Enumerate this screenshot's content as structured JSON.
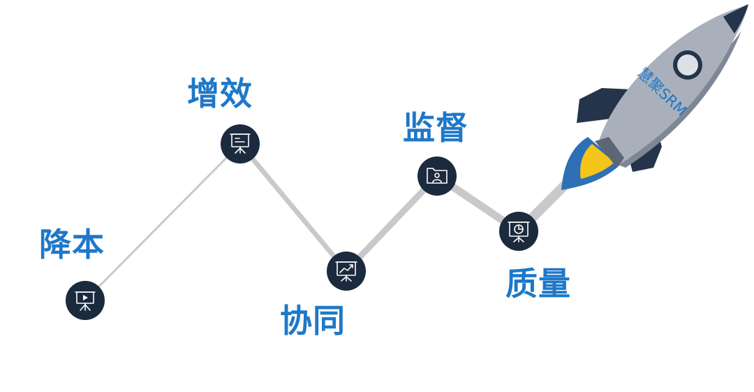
{
  "stages": [
    {
      "id": "jiangben",
      "label": "降本",
      "icon": "presentation-play-icon"
    },
    {
      "id": "zengxiao",
      "label": "增效",
      "icon": "presentation-board-icon"
    },
    {
      "id": "xietong",
      "label": "协同",
      "icon": "growth-chart-icon"
    },
    {
      "id": "jiandu",
      "label": "监督",
      "icon": "folder-user-icon"
    },
    {
      "id": "zhiliang",
      "label": "质量",
      "icon": "pie-chart-board-icon"
    }
  ],
  "rocket": {
    "label": "慧聚SRM",
    "icon": "rocket-icon"
  },
  "colors": {
    "label_blue": "#1e78c8",
    "node_fill": "#1b2a3d",
    "line_gray": "#c9c9cc",
    "rocket_body": "#a9b0bc",
    "rocket_fin": "#24344a",
    "flame_yellow": "#f5c51a",
    "flame_blue": "#2f6fb5"
  }
}
